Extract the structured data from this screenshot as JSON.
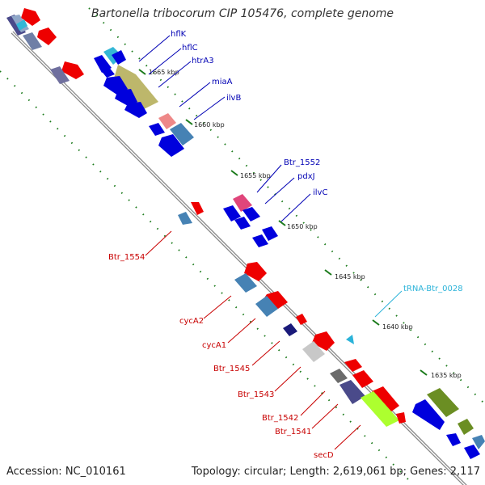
{
  "title": "Bartonella tribocorum CIP 105476, complete genome",
  "footer": {
    "accession": "Accession: NC_010161",
    "summary": "Topology: circular; Length: 2,619,061 bp; Genes: 2,117"
  },
  "ticks": [
    "1665 kbp",
    "1660 kbp",
    "1655 kbp",
    "1650 kbp",
    "1645 kbp",
    "1640 kbp",
    "1635 kbp"
  ],
  "gene_labels": {
    "hflK": "hflK",
    "hflC": "hflC",
    "htrA3": "htrA3",
    "miaA": "miaA",
    "ilvB": "ilvB",
    "btr1552": "Btr_1552",
    "pdxJ": "pdxJ",
    "ilvC": "ilvC",
    "trna": "tRNA-Btr_0028",
    "btr1554": "Btr_1554",
    "cycA2": "cycA2",
    "cycA1": "cycA1",
    "btr1545": "Btr_1545",
    "btr1543": "Btr_1543",
    "btr1542": "Btr_1542",
    "btr1541": "Btr_1541",
    "secD": "secD"
  },
  "colors": {
    "backbone": "#808080",
    "tick": "#1a7a1a",
    "cds_blue": "#0000dd",
    "cds_red": "#ee0000",
    "steel": "#4682b4",
    "olive": "#bdb76b",
    "pink": "#e0457b",
    "cyan_label": "#2bb3d9",
    "green_olive": "#6b8e23",
    "yellow_green": "#adff2f"
  }
}
